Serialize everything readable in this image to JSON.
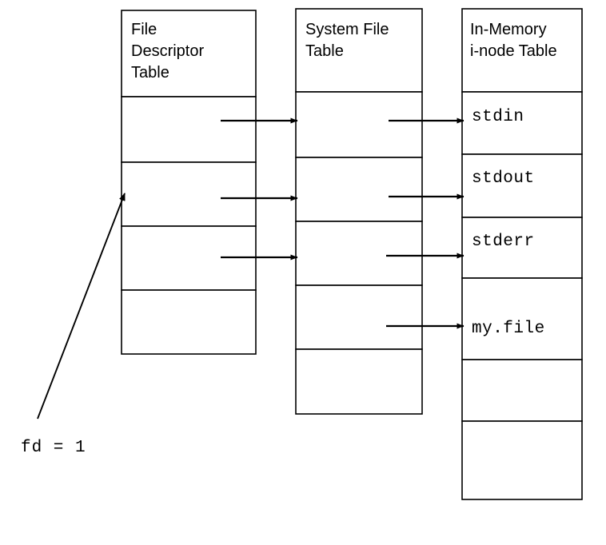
{
  "diagram": {
    "title": "File Descriptor / System File Table / In-Memory i-node Table",
    "colors": {
      "stroke": "#000000",
      "background": "#ffffff",
      "text": "#000000"
    },
    "tables": [
      {
        "id": "file-descriptor-table",
        "header_lines": [
          "File",
          "Descriptor",
          "Table"
        ],
        "rows": [
          {
            "label": ""
          },
          {
            "label": ""
          },
          {
            "label": ""
          },
          {
            "label": ""
          }
        ]
      },
      {
        "id": "system-file-table",
        "header_lines": [
          "System File",
          "Table"
        ],
        "rows": [
          {
            "label": ""
          },
          {
            "label": ""
          },
          {
            "label": ""
          },
          {
            "label": ""
          },
          {
            "label": ""
          }
        ]
      },
      {
        "id": "in-memory-inode-table",
        "header_lines": [
          "In-Memory",
          "i-node Table"
        ],
        "rows": [
          {
            "label": "stdin"
          },
          {
            "label": "stdout"
          },
          {
            "label": "stderr"
          },
          {
            "label": "my.file"
          },
          {
            "label": ""
          },
          {
            "label": ""
          }
        ]
      }
    ],
    "annotation": {
      "fd_label": "fd = 1"
    },
    "connectors": [
      {
        "name": "fd-row1-to-sft-row1"
      },
      {
        "name": "fd-row2-to-sft-row2"
      },
      {
        "name": "fd-row3-to-sft-row3"
      },
      {
        "name": "sft-row1-to-inode-stdin"
      },
      {
        "name": "sft-row2-to-inode-stdout"
      },
      {
        "name": "sft-row3-to-inode-stderr"
      },
      {
        "name": "sft-row4-to-inode-myfile"
      },
      {
        "name": "fd-label-pointer"
      }
    ]
  }
}
